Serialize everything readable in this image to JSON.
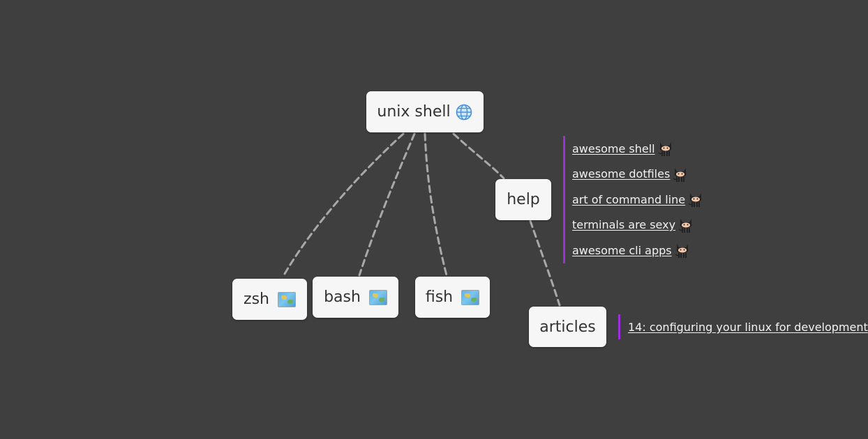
{
  "root": {
    "label": "unix shell",
    "icon": "globe-icon"
  },
  "children": [
    {
      "label": "zsh",
      "icon": "world-map-icon"
    },
    {
      "label": "bash",
      "icon": "world-map-icon"
    },
    {
      "label": "fish",
      "icon": "world-map-icon"
    },
    {
      "label": "help"
    }
  ],
  "help": {
    "links": [
      {
        "label": "awesome shell",
        "icon": "github-octocat-icon"
      },
      {
        "label": "awesome dotfiles",
        "icon": "github-octocat-icon"
      },
      {
        "label": "art of command line",
        "icon": "github-octocat-icon"
      },
      {
        "label": "terminals are sexy",
        "icon": "github-octocat-icon"
      },
      {
        "label": "awesome cli apps",
        "icon": "github-octocat-icon"
      }
    ],
    "child": {
      "label": "articles"
    }
  },
  "articles": {
    "links": [
      {
        "label": "14: configuring your linux for development"
      }
    ]
  },
  "colors": {
    "background": "#3f3f3f",
    "node": "#f6f6f6",
    "edge": "#a8a8a8",
    "accent": "#9b30d9"
  }
}
